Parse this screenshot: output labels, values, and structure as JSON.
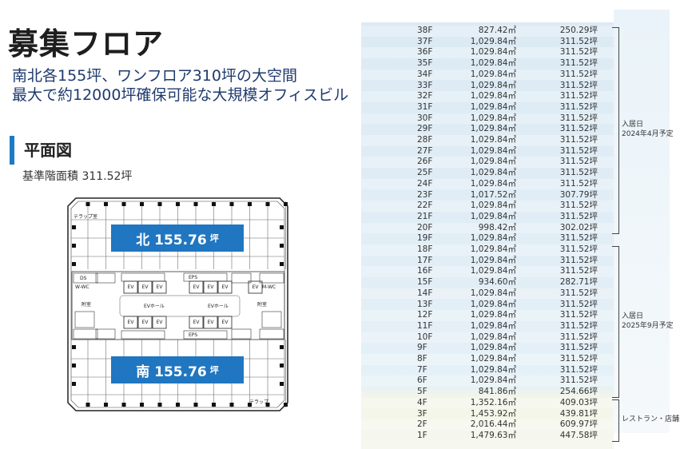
{
  "header": {
    "title": "募集フロア",
    "subtitle_line1": "南北各155坪、ワンフロア310坪の大空間",
    "subtitle_line2": "最大で約12000坪確保可能な大規模オフィスビル"
  },
  "plan_section": {
    "heading": "平面図",
    "standard_area": "基準階面積  311.52坪",
    "north": {
      "label": "北 155.76",
      "unit": "坪"
    },
    "south": {
      "label": "南 155.76",
      "unit": "坪"
    },
    "labels": {
      "ev": "EV",
      "ev_hall": "EVホール",
      "terrace_room": "テラップ室",
      "terrace": "テラップ",
      "wc_w": "W-WC",
      "wc_m": "M-WC",
      "annex": "附室",
      "ds": "DS",
      "eps": "EPS"
    }
  },
  "colors": {
    "accent": "#1b7bc4",
    "zone": "#2076c0"
  },
  "table": {
    "rows": [
      [
        "38F",
        "827.42㎡",
        "250.29坪"
      ],
      [
        "37F",
        "1,029.84㎡",
        "311.52坪"
      ],
      [
        "36F",
        "1,029.84㎡",
        "311.52坪"
      ],
      [
        "35F",
        "1,029.84㎡",
        "311.52坪"
      ],
      [
        "34F",
        "1,029.84㎡",
        "311.52坪"
      ],
      [
        "33F",
        "1,029.84㎡",
        "311.52坪"
      ],
      [
        "32F",
        "1,029.84㎡",
        "311.52坪"
      ],
      [
        "31F",
        "1,029.84㎡",
        "311.52坪"
      ],
      [
        "30F",
        "1,029.84㎡",
        "311.52坪"
      ],
      [
        "29F",
        "1,029.84㎡",
        "311.52坪"
      ],
      [
        "28F",
        "1,029.84㎡",
        "311.52坪"
      ],
      [
        "27F",
        "1,029.84㎡",
        "311.52坪"
      ],
      [
        "26F",
        "1,029.84㎡",
        "311.52坪"
      ],
      [
        "25F",
        "1,029.84㎡",
        "311.52坪"
      ],
      [
        "24F",
        "1,029.84㎡",
        "311.52坪"
      ],
      [
        "23F",
        "1,017.52㎡",
        "307.79坪"
      ],
      [
        "22F",
        "1,029.84㎡",
        "311.52坪"
      ],
      [
        "21F",
        "1,029.84㎡",
        "311.52坪"
      ],
      [
        "20F",
        "998.42㎡",
        "302.02坪"
      ],
      [
        "19F",
        "1,029.84㎡",
        "311.52坪"
      ],
      [
        "18F",
        "1,029.84㎡",
        "311.52坪"
      ],
      [
        "17F",
        "1,029.84㎡",
        "311.52坪"
      ],
      [
        "16F",
        "1,029.84㎡",
        "311.52坪"
      ],
      [
        "15F",
        "934.60㎡",
        "282.71坪"
      ],
      [
        "14F",
        "1,029.84㎡",
        "311.52坪"
      ],
      [
        "13F",
        "1,029.84㎡",
        "311.52坪"
      ],
      [
        "12F",
        "1,029.84㎡",
        "311.52坪"
      ],
      [
        "11F",
        "1,029.84㎡",
        "311.52坪"
      ],
      [
        "10F",
        "1,029.84㎡",
        "311.52坪"
      ],
      [
        "9F",
        "1,029.84㎡",
        "311.52坪"
      ],
      [
        "8F",
        "1,029.84㎡",
        "311.52坪"
      ],
      [
        "7F",
        "1,029.84㎡",
        "311.52坪"
      ],
      [
        "6F",
        "1,029.84㎡",
        "311.52坪"
      ],
      [
        "5F",
        "841.86㎡",
        "254.66坪"
      ],
      [
        "4F",
        "1,352.16㎡",
        "409.03坪"
      ],
      [
        "3F",
        "1,453.92㎡",
        "439.81坪"
      ],
      [
        "2F",
        "2,016.44㎡",
        "609.97坪"
      ],
      [
        "1F",
        "1,479.63㎡",
        "447.58坪"
      ]
    ],
    "groups": [
      {
        "line1": "入居日",
        "line2": "2024年4月予定"
      },
      {
        "line1": "入居日",
        "line2": "2025年9月予定"
      },
      {
        "line1": "レストラン・店舗",
        "line2": ""
      }
    ]
  }
}
